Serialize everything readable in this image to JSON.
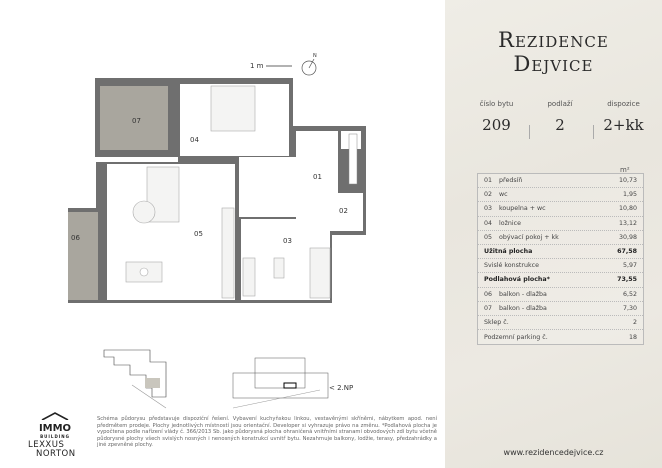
{
  "brand": {
    "line1": "Rezidence",
    "line2": "Dejvice"
  },
  "info": [
    {
      "label": "číslo bytu",
      "value": "209"
    },
    {
      "label": "podlaží",
      "value": "2"
    },
    {
      "label": "dispozice",
      "value": "2+kk"
    }
  ],
  "unit": "m²",
  "rooms": [
    {
      "no": "01",
      "name": "předsíň",
      "area": "10,73"
    },
    {
      "no": "02",
      "name": "wc",
      "area": "1,95"
    },
    {
      "no": "03",
      "name": "koupelna + wc",
      "area": "10,80"
    },
    {
      "no": "04",
      "name": "ložnice",
      "area": "13,12"
    },
    {
      "no": "05",
      "name": "obývací pokoj + kk",
      "area": "30,98"
    }
  ],
  "usable": {
    "label": "Užitná plocha",
    "area": "67,58"
  },
  "structures": {
    "label": "Svislé konstrukce",
    "area": "5,97"
  },
  "floor_area": {
    "label": "Podlahová plocha*",
    "area": "73,55"
  },
  "balconies": [
    {
      "no": "06",
      "name": "balkon - dlažba",
      "area": "6,52"
    },
    {
      "no": "07",
      "name": "balkon - dlažba",
      "area": "7,30"
    }
  ],
  "cellar": {
    "label": "Sklep č.",
    "value": "2"
  },
  "parking": {
    "label": "Podzemní parking č.",
    "value": "18"
  },
  "url": "www.rezidencedejvice.cz",
  "plan": {
    "scale": "1 m",
    "north": "N",
    "labels": [
      "07",
      "04",
      "01",
      "02",
      "05",
      "06",
      "03"
    ],
    "floor_marker": "< 2.NP",
    "wall_color": "#6f6f6f",
    "balcony_color": "#a9a69e"
  },
  "logos": {
    "immo": "IMMO",
    "immo_sub": "BUILDING",
    "lexxus1": "LEXXUS",
    "lexxus2": "NORTON"
  },
  "disclaimer": "Schéma půdorysu představuje dispoziční řešení. Vybavení kuchyňskou linkou, vestavěnými skříněmi, nábytkem apod. není předmětem prodeje. Plochy jednotlivých místností jsou orientační. Developer si vyhrazuje právo na změnu. *Podlahová plocha je vypočtena podle nařízení vlády č. 366/2013 Sb. jako půdorysná plocha ohraničená vnitřními stranami obvodových zdí bytu včetně půdorysné plochy všech svislých nosných i nenosných konstrukcí uvnitř bytu. Nezahrnuje balkony, lodžie, terasy, předzahrádky a jiné zpevněné plochy."
}
